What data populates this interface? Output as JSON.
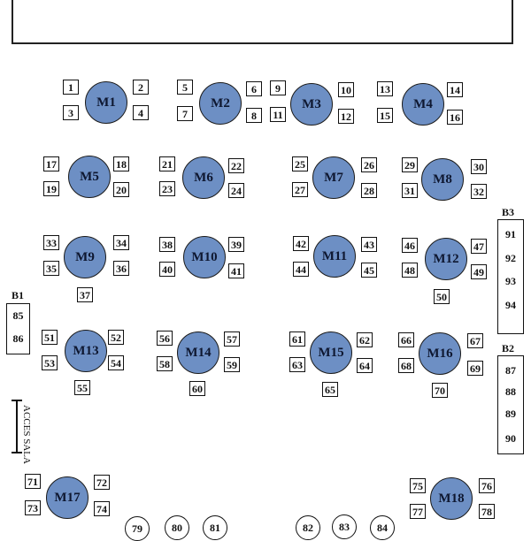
{
  "colors": {
    "table_fill": "#6d8fc4",
    "outline": "#111111",
    "background": "#ffffff"
  },
  "tables": [
    {
      "id": "M1",
      "label": "M1",
      "seats": [
        "1",
        "2",
        "3",
        "4"
      ]
    },
    {
      "id": "M2",
      "label": "M2",
      "seats": [
        "5",
        "6",
        "7",
        "8"
      ]
    },
    {
      "id": "M3",
      "label": "M3",
      "seats": [
        "9",
        "10",
        "11",
        "12"
      ]
    },
    {
      "id": "M4",
      "label": "M4",
      "seats": [
        "13",
        "14",
        "15",
        "16"
      ]
    },
    {
      "id": "M5",
      "label": "M5",
      "seats": [
        "17",
        "18",
        "19",
        "20"
      ]
    },
    {
      "id": "M6",
      "label": "M6",
      "seats": [
        "21",
        "22",
        "23",
        "24"
      ]
    },
    {
      "id": "M7",
      "label": "M7",
      "seats": [
        "25",
        "26",
        "27",
        "28"
      ]
    },
    {
      "id": "M8",
      "label": "M8",
      "seats": [
        "29",
        "30",
        "31",
        "32"
      ]
    },
    {
      "id": "M9",
      "label": "M9",
      "seats": [
        "33",
        "34",
        "35",
        "36",
        "37"
      ]
    },
    {
      "id": "M10",
      "label": "M10",
      "seats": [
        "38",
        "39",
        "40",
        "41"
      ]
    },
    {
      "id": "M11",
      "label": "M11",
      "seats": [
        "42",
        "43",
        "44",
        "45"
      ]
    },
    {
      "id": "M12",
      "label": "M12",
      "seats": [
        "46",
        "47",
        "48",
        "49",
        "50"
      ]
    },
    {
      "id": "M13",
      "label": "M13",
      "seats": [
        "51",
        "52",
        "53",
        "54",
        "55"
      ]
    },
    {
      "id": "M14",
      "label": "M14",
      "seats": [
        "56",
        "57",
        "58",
        "59",
        "60"
      ]
    },
    {
      "id": "M15",
      "label": "M15",
      "seats": [
        "61",
        "62",
        "63",
        "64",
        "65"
      ]
    },
    {
      "id": "M16",
      "label": "M16",
      "seats": [
        "66",
        "67",
        "68",
        "69",
        "70"
      ]
    },
    {
      "id": "M17",
      "label": "M17",
      "seats": [
        "71",
        "72",
        "73",
        "74"
      ]
    },
    {
      "id": "M18",
      "label": "M18",
      "seats": [
        "75",
        "76",
        "77",
        "78"
      ]
    }
  ],
  "round_seats": [
    "79",
    "80",
    "81",
    "82",
    "83",
    "84"
  ],
  "bars": [
    {
      "id": "B1",
      "label": "B1",
      "seats": [
        "85",
        "86"
      ]
    },
    {
      "id": "B2",
      "label": "B2",
      "seats": [
        "87",
        "88",
        "89",
        "90"
      ]
    },
    {
      "id": "B3",
      "label": "B3",
      "seats": [
        "91",
        "92",
        "93",
        "94"
      ]
    }
  ],
  "access": {
    "line1": "ACCES",
    "line2": "SALA"
  }
}
